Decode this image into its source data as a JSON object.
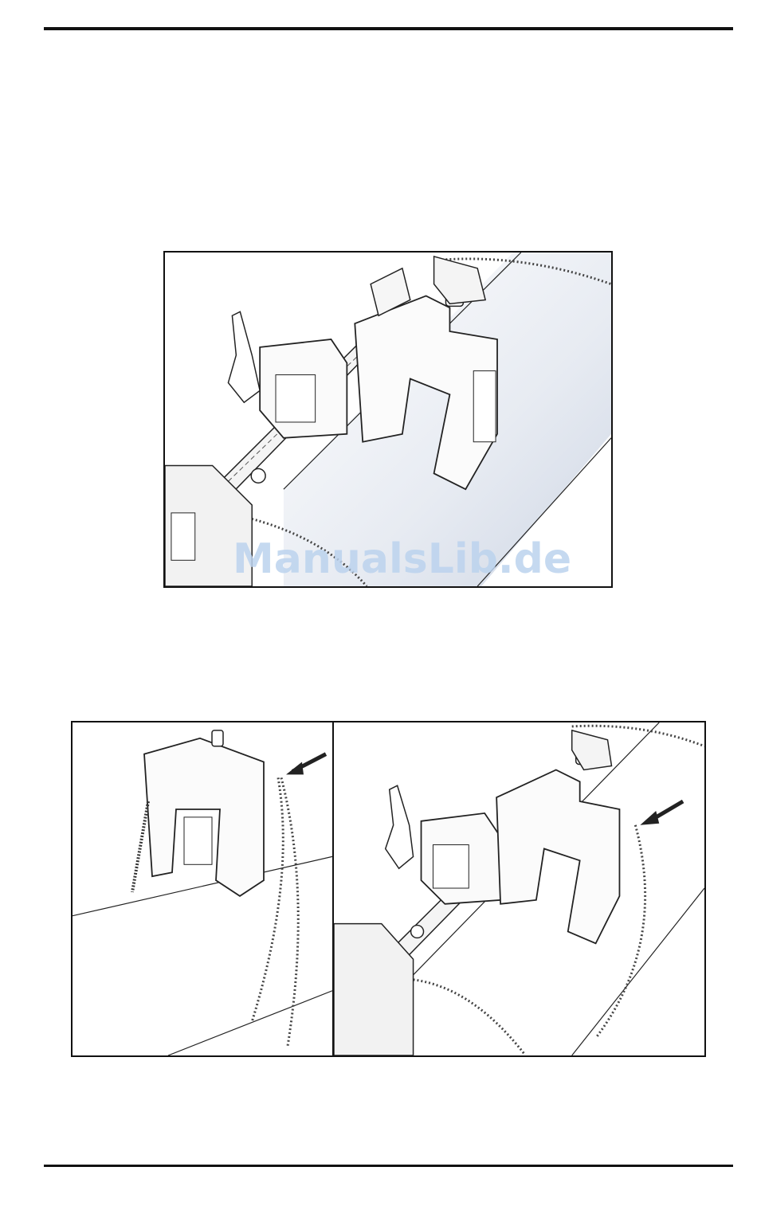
{
  "watermark": {
    "text": "ManualsLib.de"
  },
  "figures": [
    {
      "id": "fig1",
      "content": "illustration"
    },
    {
      "id": "fig2",
      "panels": [
        "left",
        "right"
      ]
    }
  ],
  "colors": {
    "rule": "#111111",
    "pipe_shade": "#dde3ee",
    "watermark": "#bcd3ee"
  }
}
